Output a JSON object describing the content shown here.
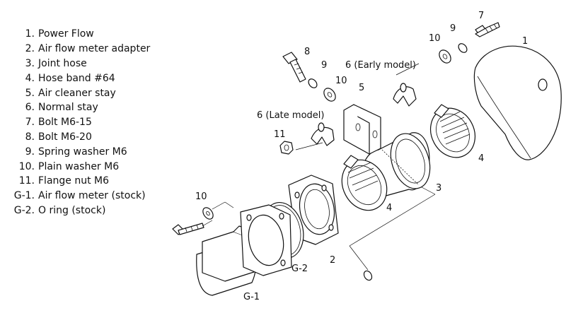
{
  "parts": [
    {
      "num": "1.",
      "name": "Power Flow"
    },
    {
      "num": "2.",
      "name": "Air flow meter adapter"
    },
    {
      "num": "3.",
      "name": "Joint hose"
    },
    {
      "num": "4.",
      "name": "Hose band  #64"
    },
    {
      "num": "5.",
      "name": "Air cleaner stay"
    },
    {
      "num": "6.",
      "name": "Normal stay"
    },
    {
      "num": "7.",
      "name": "Bolt  M6-15"
    },
    {
      "num": "8.",
      "name": "Bolt  M6-20"
    },
    {
      "num": "9.",
      "name": "Spring washer  M6"
    },
    {
      "num": "10.",
      "name": "Plain washer  M6"
    },
    {
      "num": "11.",
      "name": "Flange nut  M6"
    },
    {
      "num": "G-1.",
      "name": "Air flow meter (stock)"
    },
    {
      "num": "G-2.",
      "name": "O ring (stock)"
    }
  ],
  "callouts": {
    "c1": "1",
    "c2": "2",
    "c3": "3",
    "c4a": "4",
    "c4b": "4",
    "c5": "5",
    "c6_early": "6 (Early model)",
    "c6_late": "6 (Late model)",
    "c7a": "7",
    "c8": "8",
    "c9a": "9",
    "c9b": "9",
    "c10a": "10",
    "c10b": "10",
    "c10c": "10",
    "c11": "11",
    "g1": "G-1",
    "g2": "G-2"
  }
}
